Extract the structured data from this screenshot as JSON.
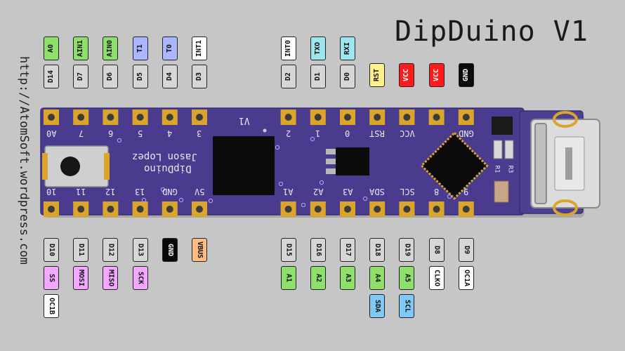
{
  "title": "DipDuino V1",
  "url": "http://AtomSoft.wordpress.com",
  "colors": {
    "background": "#c6c6c6",
    "board": "#4b3b8f",
    "pad": "#d9a52a",
    "green": "#8ee06a",
    "gray": "#d6d6d6",
    "white": "#ffffff",
    "cyan": "#9ee6ee",
    "lavender": "#aab6ff",
    "yellow": "#fff08a",
    "red": "#ff1b1b",
    "black": "#0a0a0a",
    "pink": "#f3a8ff",
    "orange": "#ffbc82",
    "blue": "#7fc9f6"
  },
  "top_pins": [
    {
      "labels": [
        {
          "text": "D14",
          "color": "gray"
        },
        {
          "text": "A0",
          "color": "green"
        }
      ]
    },
    {
      "labels": [
        {
          "text": "D7",
          "color": "gray"
        },
        {
          "text": "AIN1",
          "color": "green"
        }
      ]
    },
    {
      "labels": [
        {
          "text": "D6",
          "color": "gray"
        },
        {
          "text": "AIN0",
          "color": "green"
        }
      ]
    },
    {
      "labels": [
        {
          "text": "D5",
          "color": "gray"
        },
        {
          "text": "T1",
          "color": "lavender"
        }
      ]
    },
    {
      "labels": [
        {
          "text": "D4",
          "color": "gray"
        },
        {
          "text": "T0",
          "color": "lavender"
        }
      ]
    },
    {
      "labels": [
        {
          "text": "D3",
          "color": "gray"
        },
        {
          "text": "INT1",
          "color": "white"
        }
      ]
    },
    {
      "labels": []
    },
    {
      "labels": []
    },
    {
      "labels": [
        {
          "text": "D2",
          "color": "gray"
        },
        {
          "text": "INT0",
          "color": "white"
        }
      ]
    },
    {
      "labels": [
        {
          "text": "D1",
          "color": "gray"
        },
        {
          "text": "TXO",
          "color": "cyan"
        }
      ]
    },
    {
      "labels": [
        {
          "text": "D0",
          "color": "gray"
        },
        {
          "text": "RXI",
          "color": "cyan"
        }
      ]
    },
    {
      "labels": [
        {
          "text": "RST",
          "color": "yellow"
        }
      ]
    },
    {
      "labels": [
        {
          "text": "VCC",
          "color": "red"
        }
      ]
    },
    {
      "labels": [
        {
          "text": "VCC",
          "color": "red"
        }
      ]
    },
    {
      "labels": [
        {
          "text": "GND",
          "color": "black"
        }
      ]
    }
  ],
  "bottom_pins": [
    {
      "labels": [
        {
          "text": "D10",
          "color": "gray"
        },
        {
          "text": "SS",
          "color": "pink"
        },
        {
          "text": "OC1B",
          "color": "white"
        }
      ]
    },
    {
      "labels": [
        {
          "text": "D11",
          "color": "gray"
        },
        {
          "text": "MOSI",
          "color": "pink"
        }
      ]
    },
    {
      "labels": [
        {
          "text": "D12",
          "color": "gray"
        },
        {
          "text": "MISO",
          "color": "pink"
        }
      ]
    },
    {
      "labels": [
        {
          "text": "D13",
          "color": "gray"
        },
        {
          "text": "SCK",
          "color": "pink"
        }
      ]
    },
    {
      "labels": [
        {
          "text": "GND",
          "color": "black"
        }
      ]
    },
    {
      "labels": [
        {
          "text": "VBUS",
          "color": "orange"
        }
      ]
    },
    {
      "labels": []
    },
    {
      "labels": []
    },
    {
      "labels": [
        {
          "text": "D15",
          "color": "gray"
        },
        {
          "text": "A1",
          "color": "green"
        }
      ]
    },
    {
      "labels": [
        {
          "text": "D16",
          "color": "gray"
        },
        {
          "text": "A2",
          "color": "green"
        }
      ]
    },
    {
      "labels": [
        {
          "text": "D17",
          "color": "gray"
        },
        {
          "text": "A3",
          "color": "green"
        }
      ]
    },
    {
      "labels": [
        {
          "text": "D18",
          "color": "gray"
        },
        {
          "text": "A4",
          "color": "green"
        },
        {
          "text": "SDA",
          "color": "blue"
        }
      ]
    },
    {
      "labels": [
        {
          "text": "D19",
          "color": "gray"
        },
        {
          "text": "A5",
          "color": "green"
        },
        {
          "text": "SCL",
          "color": "blue"
        }
      ]
    },
    {
      "labels": [
        {
          "text": "D8",
          "color": "gray"
        },
        {
          "text": "CLKO",
          "color": "white"
        }
      ]
    },
    {
      "labels": [
        {
          "text": "D9",
          "color": "gray"
        },
        {
          "text": "OC1A",
          "color": "white"
        }
      ]
    }
  ],
  "silkscreen": {
    "top_row": [
      "A0",
      "7",
      "6",
      "5",
      "4",
      "3",
      "",
      "",
      "2",
      "1",
      "0",
      "RST",
      "VCC",
      "",
      "GND"
    ],
    "bottom_row": [
      "10",
      "11",
      "12",
      "13",
      "GND",
      "5V",
      "",
      "",
      "A1",
      "A2",
      "A3",
      "SDA",
      "SCL",
      "8",
      "9"
    ],
    "board_text": [
      "DipDuino",
      "Jason Lopez"
    ],
    "version": "V1",
    "resistors": [
      "R3",
      "R1"
    ]
  }
}
